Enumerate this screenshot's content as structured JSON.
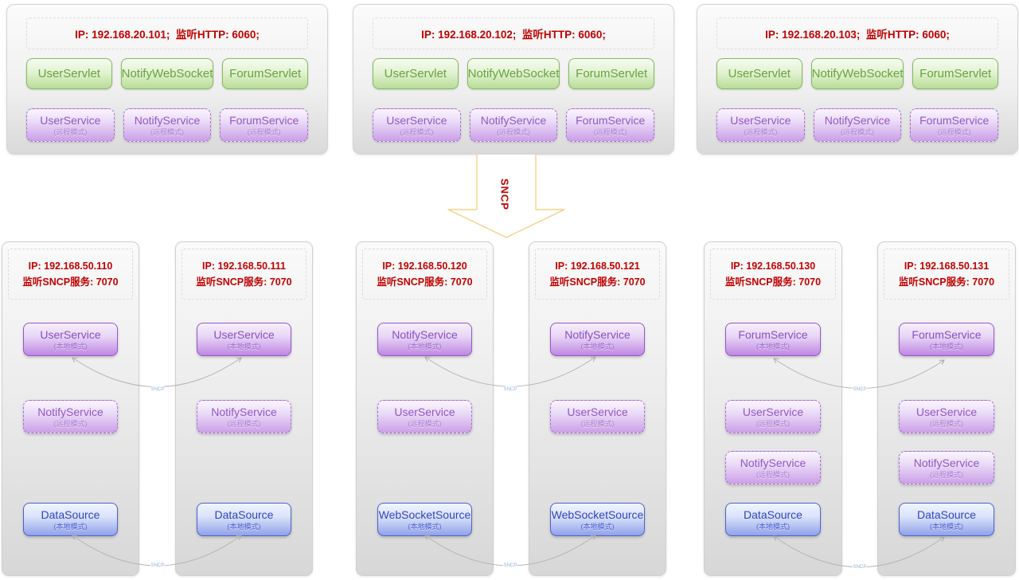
{
  "arrow": {
    "label": "SNCP"
  },
  "connector_label": "SNCP",
  "top_nodes": [
    {
      "ip": "IP: 192.168.20.101;  监听HTTP: 6060;",
      "servlets": [
        "UserServlet",
        "NotifyWebSocket",
        "ForumServlet"
      ],
      "services": [
        {
          "name": "UserService",
          "mode": "(远程模式)"
        },
        {
          "name": "NotifyService",
          "mode": "(远程模式)"
        },
        {
          "name": "ForumService",
          "mode": "(远程模式)"
        }
      ]
    },
    {
      "ip": "IP: 192.168.20.102;  监听HTTP: 6060;",
      "servlets": [
        "UserServlet",
        "NotifyWebSocket",
        "ForumServlet"
      ],
      "services": [
        {
          "name": "UserService",
          "mode": "(远程模式)"
        },
        {
          "name": "NotifyService",
          "mode": "(远程模式)"
        },
        {
          "name": "ForumService",
          "mode": "(远程模式)"
        }
      ]
    },
    {
      "ip": "IP: 192.168.20.103;  监听HTTP: 6060;",
      "servlets": [
        "UserServlet",
        "NotifyWebSocket",
        "ForumServlet"
      ],
      "services": [
        {
          "name": "UserService",
          "mode": "(远程模式)"
        },
        {
          "name": "NotifyService",
          "mode": "(远程模式)"
        },
        {
          "name": "ForumService",
          "mode": "(远程模式)"
        }
      ]
    }
  ],
  "bottom_nodes": [
    {
      "ip1": "IP: 192.168.50.110",
      "ip2": "监听SNCP服务: 7070",
      "services": [
        {
          "name": "UserService",
          "mode": "(本地模式)"
        },
        {
          "name": "NotifyService",
          "mode": "(远程模式)"
        },
        {
          "name": "DataSource",
          "mode": "(本地模式)"
        }
      ]
    },
    {
      "ip1": "IP: 192.168.50.111",
      "ip2": "监听SNCP服务: 7070",
      "services": [
        {
          "name": "UserService",
          "mode": "(本地模式)"
        },
        {
          "name": "NotifyService",
          "mode": "(远程模式)"
        },
        {
          "name": "DataSource",
          "mode": "(本地模式)"
        }
      ]
    },
    {
      "ip1": "IP: 192.168.50.120",
      "ip2": "监听SNCP服务: 7070",
      "services": [
        {
          "name": "NotifyService",
          "mode": "(本地模式)"
        },
        {
          "name": "UserService",
          "mode": "(远程模式)"
        },
        {
          "name": "WebSocketSource",
          "mode": "(本地模式)"
        }
      ]
    },
    {
      "ip1": "IP: 192.168.50.121",
      "ip2": "监听SNCP服务: 7070",
      "services": [
        {
          "name": "NotifyService",
          "mode": "(本地模式)"
        },
        {
          "name": "UserService",
          "mode": "(远程模式)"
        },
        {
          "name": "WebSocketSource",
          "mode": "(本地模式)"
        }
      ]
    },
    {
      "ip1": "IP: 192.168.50.130",
      "ip2": "监听SNCP服务: 7070",
      "services": [
        {
          "name": "ForumService",
          "mode": "(本地模式)"
        },
        {
          "name": "UserService",
          "mode": "(远程模式)"
        },
        {
          "name": "NotifyService",
          "mode": "(远程模式)"
        },
        {
          "name": "DataSource",
          "mode": "(本地模式)"
        }
      ]
    },
    {
      "ip1": "IP: 192.168.50.131",
      "ip2": "监听SNCP服务: 7070",
      "services": [
        {
          "name": "ForumService",
          "mode": "(本地模式)"
        },
        {
          "name": "UserService",
          "mode": "(远程模式)"
        },
        {
          "name": "NotifyService",
          "mode": "(远程模式)"
        },
        {
          "name": "DataSource",
          "mode": "(本地模式)"
        }
      ]
    }
  ]
}
